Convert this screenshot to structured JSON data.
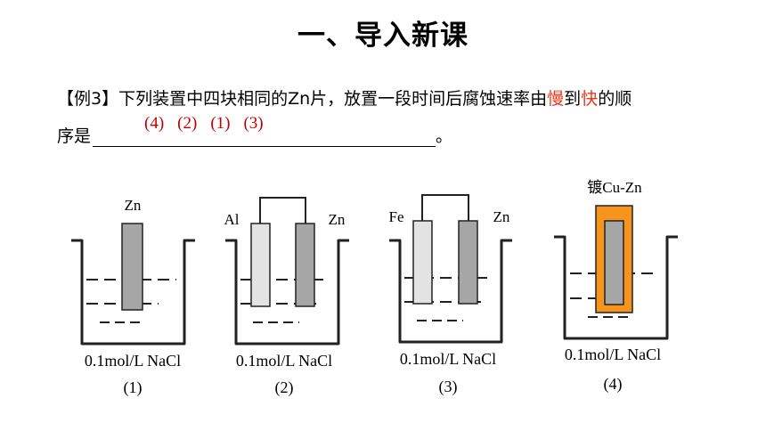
{
  "title": "一、导入新课",
  "question": {
    "line1_before": "【例3】下列装置中四块相同的Zn片，放置一段时间后腐蚀速率由",
    "slow": "慢",
    "to": "到",
    "fast": "快",
    "line1_after": "的顺",
    "line2_prefix": "序是",
    "line2_end": "。",
    "answers": [
      "(4)",
      "(2)",
      "(1)",
      "(3)"
    ]
  },
  "colors": {
    "accent_red": "#e8381b",
    "answer_red": "#c00000",
    "plating_orange": "#f7941d",
    "zn_gray": "#a6a6a6",
    "inert_gray": "#e3e3e3"
  },
  "figures": [
    {
      "top_label": "Zn",
      "solution": "0.1mol/L NaCl",
      "number": "(1)"
    },
    {
      "left_label": "Al",
      "right_label": "Zn",
      "solution": "0.1mol/L NaCl",
      "number": "(2)"
    },
    {
      "left_label": "Fe",
      "right_label": "Zn",
      "solution": "0.1mol/L NaCl",
      "number": "(3)"
    },
    {
      "top_label": "镀Cu-Zn",
      "solution": "0.1mol/L NaCl",
      "number": "(4)"
    }
  ]
}
